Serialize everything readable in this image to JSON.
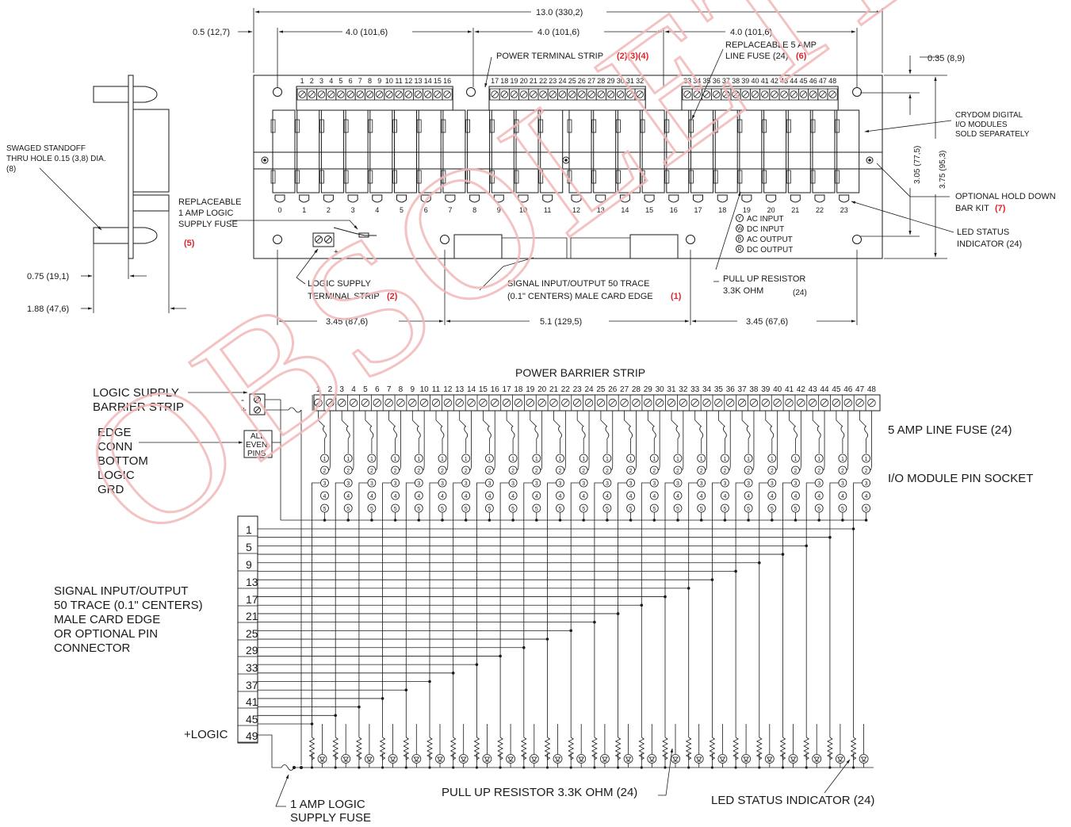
{
  "colors": {
    "ink": "#1a1a1a",
    "callout": "#e0242b",
    "watermark": "#f2b8b8"
  },
  "watermark": "OBSOLETE",
  "top": {
    "dims": {
      "overall": "13.0 (330,2)",
      "edge_offset": "0.5 (12,7)",
      "seg1": "4.0 (101,6)",
      "seg2": "4.0 (101,6)",
      "seg3": "4.0 (101,6)",
      "top_margin": "0.35 (8,9)",
      "inner_height": "3.05 (77,5)",
      "outer_height": "3.75 (95,3)",
      "bottom1": "3.45 (87,6)",
      "bottom2": "5.1 (129,5)",
      "bottom3": "3.45 (67,6)",
      "side_a": "0.75 (19,1)",
      "side_b": "1.88 (47,6)"
    },
    "labels": {
      "power_strip": "POWER TERMINAL STRIP",
      "power_strip_ref": "(2)(3)(4)",
      "fuse5_l1": "REPLACEABLE 5 AMP",
      "fuse5_l2": "LINE FUSE (24)",
      "fuse5_ref": "(6)",
      "crydom_l1": "CRYDOM DIGITAL",
      "crydom_l2": "I/O MODULES",
      "crydom_l3": "SOLD SEPARATELY",
      "holddown_l1": "OPTIONAL HOLD DOWN",
      "holddown_l2": "BAR KIT",
      "holddown_ref": "(7)",
      "led_l1": "LED STATUS",
      "led_l2": "INDICATOR (24)",
      "swaged_l1": "SWAGED STANDOFF",
      "swaged_l2": "THRU HOLE 0.15 (3,8) DIA.",
      "swaged_l3": "(8)",
      "logicfuse_l1": "REPLACEABLE",
      "logicfuse_l2": "1 AMP LOGIC",
      "logicfuse_l3": "SUPPLY FUSE",
      "logicfuse_ref": "(5)",
      "logicstrip_l1": "LOGIC SUPPLY",
      "logicstrip_l2": "TERMINAL STRIP",
      "logicstrip_ref": "(2)",
      "signal_l1": "SIGNAL INPUT/OUTPUT 50 TRACE",
      "signal_l2": "(0.1\" CENTERS) MALE CARD EDGE",
      "signal_ref": "(1)",
      "pullup_l1": "PULL UP RESISTOR",
      "pullup_l2": "3.3K OHM",
      "pullup_l3": "(24)",
      "minus": "-",
      "plus": "+"
    },
    "legend": [
      {
        "sym": "Y",
        "text": "AC INPUT"
      },
      {
        "sym": "W",
        "text": "DC INPUT"
      },
      {
        "sym": "B",
        "text": "AC OUTPUT"
      },
      {
        "sym": "R",
        "text": "DC OUTPUT"
      }
    ],
    "terminals": [
      "1",
      "2",
      "3",
      "4",
      "5",
      "6",
      "7",
      "8",
      "9",
      "10",
      "11",
      "12",
      "13",
      "14",
      "15",
      "16",
      "17",
      "18",
      "19",
      "20",
      "21",
      "22",
      "23",
      "24",
      "25",
      "26",
      "27",
      "28",
      "29",
      "30",
      "31",
      "32",
      "33",
      "34",
      "35",
      "36",
      "37",
      "38",
      "39",
      "40",
      "41",
      "42",
      "43",
      "44",
      "45",
      "46",
      "47",
      "48"
    ],
    "channels": [
      "0",
      "1",
      "2",
      "3",
      "4",
      "5",
      "6",
      "7",
      "8",
      "9",
      "10",
      "11",
      "12",
      "13",
      "14",
      "15",
      "16",
      "17",
      "18",
      "19",
      "20",
      "21",
      "22",
      "23"
    ]
  },
  "schematic": {
    "title": "POWER BARRIER STRIP",
    "logic_l1": "LOGIC SUPPLY",
    "logic_l2": "BARRIER STRIP",
    "edge": [
      "EDGE",
      "CONN",
      "BOTTOM",
      "LOGIC",
      "GRD"
    ],
    "even_box": [
      "ALL",
      "EVEN",
      "PINS"
    ],
    "fuse_label": "5 AMP LINE FUSE (24)",
    "socket_label": "I/O MODULE PIN SOCKET",
    "signal": [
      "SIGNAL INPUT/OUTPUT",
      "50 TRACE (0.1\" CENTERS)",
      "MALE CARD EDGE",
      "OR OPTIONAL PIN",
      "CONNECTOR"
    ],
    "plus_logic": "+LOGIC",
    "pins": [
      "1",
      "5",
      "9",
      "13",
      "17",
      "21",
      "25",
      "29",
      "33",
      "37",
      "41",
      "45",
      "49"
    ],
    "pin_socket": [
      "1",
      "2",
      "3",
      "4",
      "5"
    ],
    "pullup": "PULL UP RESISTOR 3.3K OHM (24)",
    "led": "LED STATUS INDICATOR (24)",
    "fuse1_l1": "1 AMP LOGIC",
    "fuse1_l2": "SUPPLY FUSE",
    "minus": "-",
    "plus": "+"
  }
}
